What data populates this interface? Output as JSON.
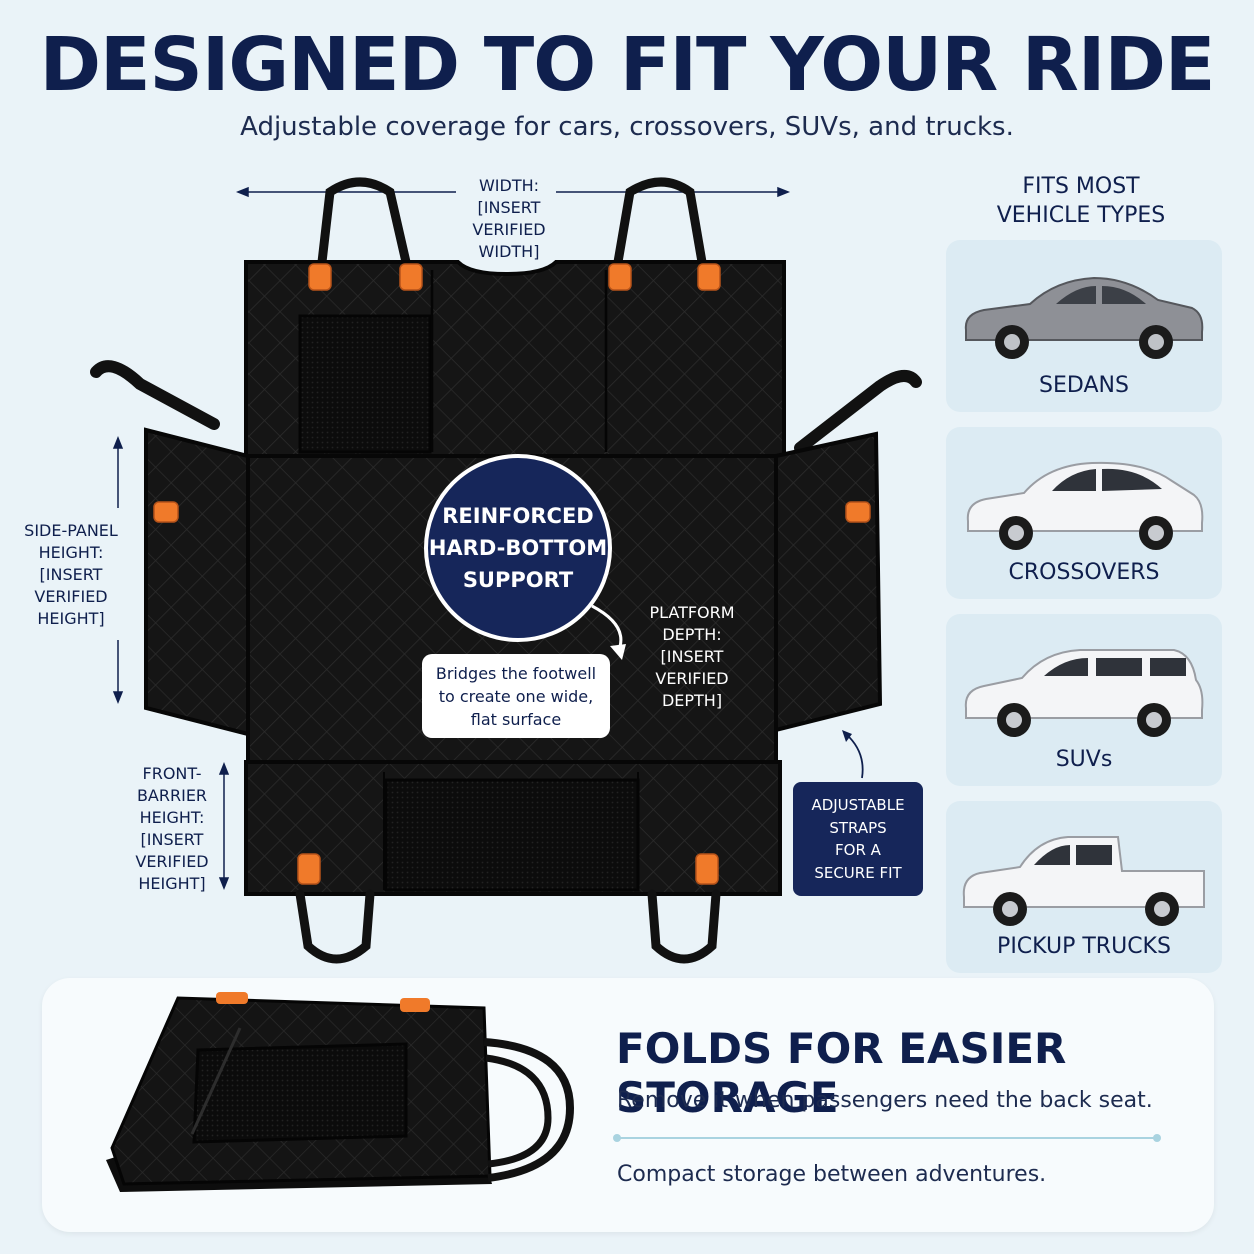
{
  "header": {
    "title": "DESIGNED TO FIT YOUR RIDE",
    "subtitle": "Adjustable coverage for cars, crossovers, SUVs, and trucks."
  },
  "dimensions": {
    "width": "WIDTH:\n[INSERT\nVERIFIED\nWIDTH]",
    "side_panel_height": "SIDE-PANEL\nHEIGHT:\n[INSERT\nVERIFIED\nHEIGHT]",
    "platform_depth": "PLATFORM\nDEPTH:\n[INSERT\nVERIFIED\nDEPTH]",
    "front_barrier_height": "FRONT-\nBARRIER\nHEIGHT:\n[INSERT\nVERIFIED\nHEIGHT]"
  },
  "features": {
    "badge": "REINFORCED\nHARD-BOTTOM\nSUPPORT",
    "callout": "Bridges the footwell\nto create one wide,\nflat surface",
    "straps": "ADJUSTABLE\nSTRAPS\nFOR A\nSECURE FIT"
  },
  "vehicles": {
    "title": "FITS MOST\nVEHICLE TYPES",
    "items": [
      {
        "label": "SEDANS",
        "icon": "sedan-icon",
        "color": "#8e9096"
      },
      {
        "label": "CROSSOVERS",
        "icon": "crossover-icon",
        "color": "#f4f5f7"
      },
      {
        "label": "SUVs",
        "icon": "suv-icon",
        "color": "#f4f5f7"
      },
      {
        "label": "PICKUP TRUCKS",
        "icon": "pickup-truck-icon",
        "color": "#f4f5f7"
      }
    ]
  },
  "storage": {
    "title": "FOLDS FOR EASIER STORAGE",
    "line1": "Remove it when passengers need the back seat.",
    "line2": "Compact storage between adventures."
  },
  "colors": {
    "navy": "#0f1f4d",
    "accent_orange": "#f07a2a",
    "background": "#eaf3f8",
    "card": "#dcebf3"
  }
}
